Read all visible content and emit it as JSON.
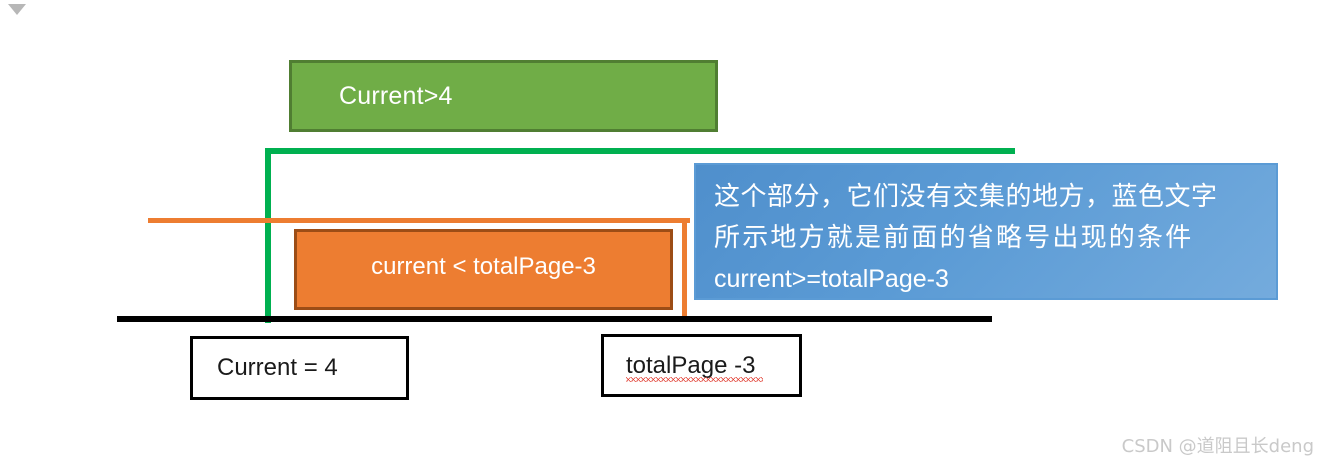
{
  "diagram": {
    "title_marker": "caret-mark",
    "green_condition": {
      "text": "Current>4",
      "fill": "#70ad47",
      "border": "#507e32"
    },
    "orange_condition": {
      "text": "current < totalPage-3",
      "fill": "#ed7d31",
      "border": "#9c4d16"
    },
    "blue_note": {
      "line1": "这个部分，它们没有交集的地方，蓝色文字",
      "line2": "所示地方就是前面的省略号出现的条件",
      "line3": "current>=totalPage-3",
      "fill": "#5b9bd5"
    },
    "axis": {
      "color": "#000000"
    },
    "brackets": {
      "green_color": "#00b050",
      "orange_color": "#ed7d31"
    },
    "labels": [
      {
        "text": "Current = 4"
      },
      {
        "text": "totalPage -3"
      }
    ]
  },
  "watermark": {
    "text": "CSDN @道阻且长deng"
  }
}
